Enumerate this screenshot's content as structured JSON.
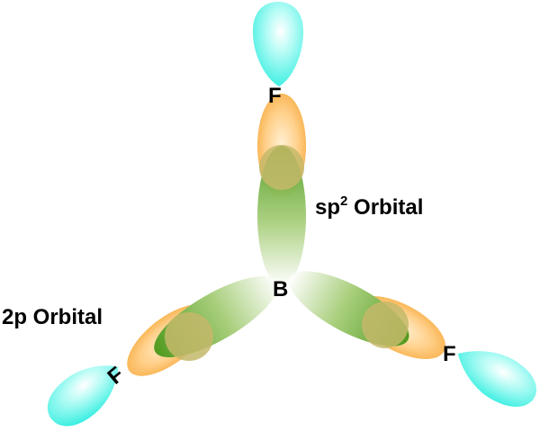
{
  "atoms": {
    "center": "B",
    "top": "F",
    "left": "F",
    "right": "F"
  },
  "labels": {
    "sp2_base": "sp",
    "sp2_sup": "2",
    "sp2_rest": " Orbital",
    "p2_label": "2p Orbital"
  },
  "colors": {
    "p_lobe": "#3ff3e6",
    "sp2_lobe": "#ffb84d",
    "overlap": "#5e9e2a",
    "background": "#ffffff"
  }
}
